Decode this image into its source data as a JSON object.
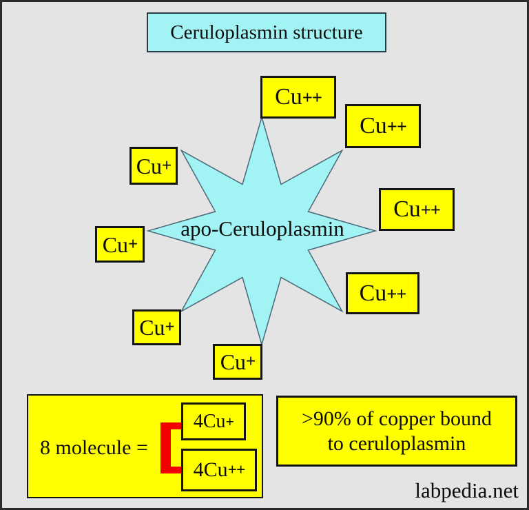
{
  "title": "Ceruloplasmin structure",
  "star": {
    "label": "apo-Ceruloplasmin",
    "fill": "#a2f3f3",
    "stroke": "#4a6878"
  },
  "ions": [
    {
      "position": "top",
      "symbol": "Cu",
      "charge": "++"
    },
    {
      "position": "upper-right",
      "symbol": "Cu",
      "charge": "++"
    },
    {
      "position": "right",
      "symbol": "Cu",
      "charge": "++"
    },
    {
      "position": "lower-right",
      "symbol": "Cu",
      "charge": "++"
    },
    {
      "position": "upper-left",
      "symbol": "Cu",
      "charge": "+"
    },
    {
      "position": "left",
      "symbol": "Cu",
      "charge": "+"
    },
    {
      "position": "lower-left",
      "symbol": "Cu",
      "charge": "+"
    },
    {
      "position": "bottom",
      "symbol": "Cu",
      "charge": "+"
    }
  ],
  "summary": {
    "label": "8 molecule =",
    "groups": [
      {
        "symbol": "4Cu",
        "charge": "+"
      },
      {
        "symbol": "4Cu",
        "charge": "++"
      }
    ]
  },
  "note": {
    "line1": ">90% of copper bound",
    "line2": "to ceruloplasmin"
  },
  "watermark": "labpedia.net",
  "colors": {
    "background": "#e4e4e4",
    "frame": "#2b2b2b",
    "box_yellow": "#ffff00",
    "cyan": "#a2f3f3",
    "bracket_red": "#f40000",
    "text": "#0d0d0d"
  }
}
